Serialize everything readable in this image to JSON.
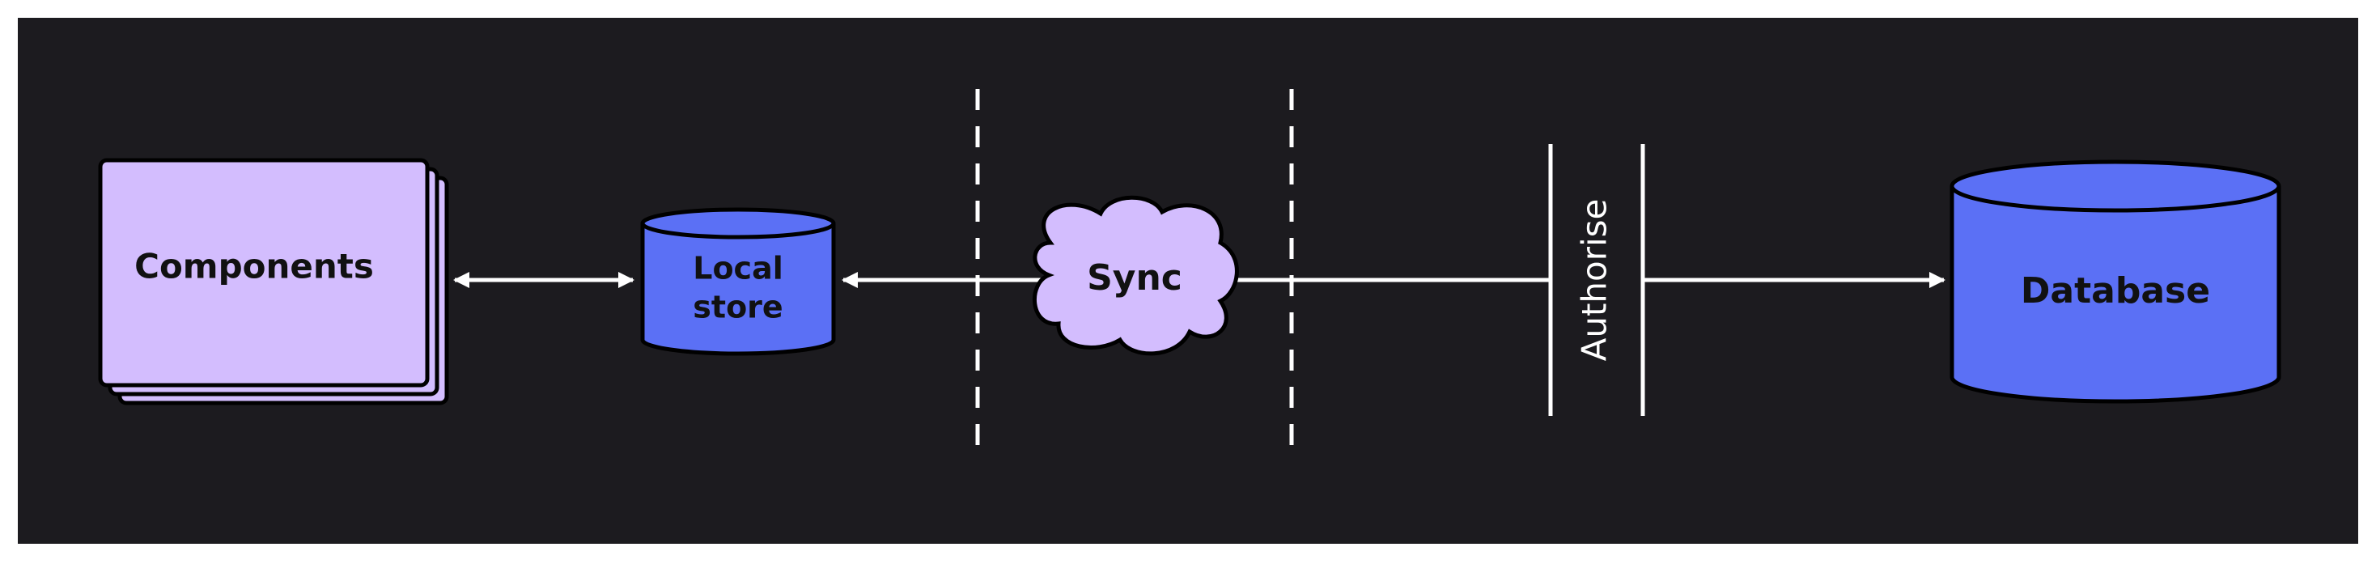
{
  "diagram": {
    "nodes": {
      "components": {
        "label": "Components",
        "shape": "stacked-rectangles"
      },
      "local_store": {
        "label_line1": "Local",
        "label_line2": "store",
        "shape": "cylinder"
      },
      "sync": {
        "label": "Sync",
        "shape": "cloud"
      },
      "authorise": {
        "label": "Authorise",
        "shape": "vertical-gate"
      },
      "database": {
        "label": "Database",
        "shape": "cylinder"
      }
    },
    "edges": [
      {
        "from": "components",
        "to": "local_store",
        "direction": "both"
      },
      {
        "from": "sync",
        "to": "local_store",
        "direction": "forward"
      },
      {
        "from": "sync",
        "to": "database",
        "via": "authorise",
        "direction": "forward"
      }
    ],
    "boundaries": [
      "dashed-divider-left",
      "dashed-divider-right"
    ]
  },
  "colors": {
    "background": "#1c1b1f",
    "lavender": "#d3bdfe",
    "blue": "#5b70f5",
    "stroke": "#000000",
    "line": "#ffffff",
    "text_dark": "#111111",
    "text_light": "#ffffff"
  }
}
